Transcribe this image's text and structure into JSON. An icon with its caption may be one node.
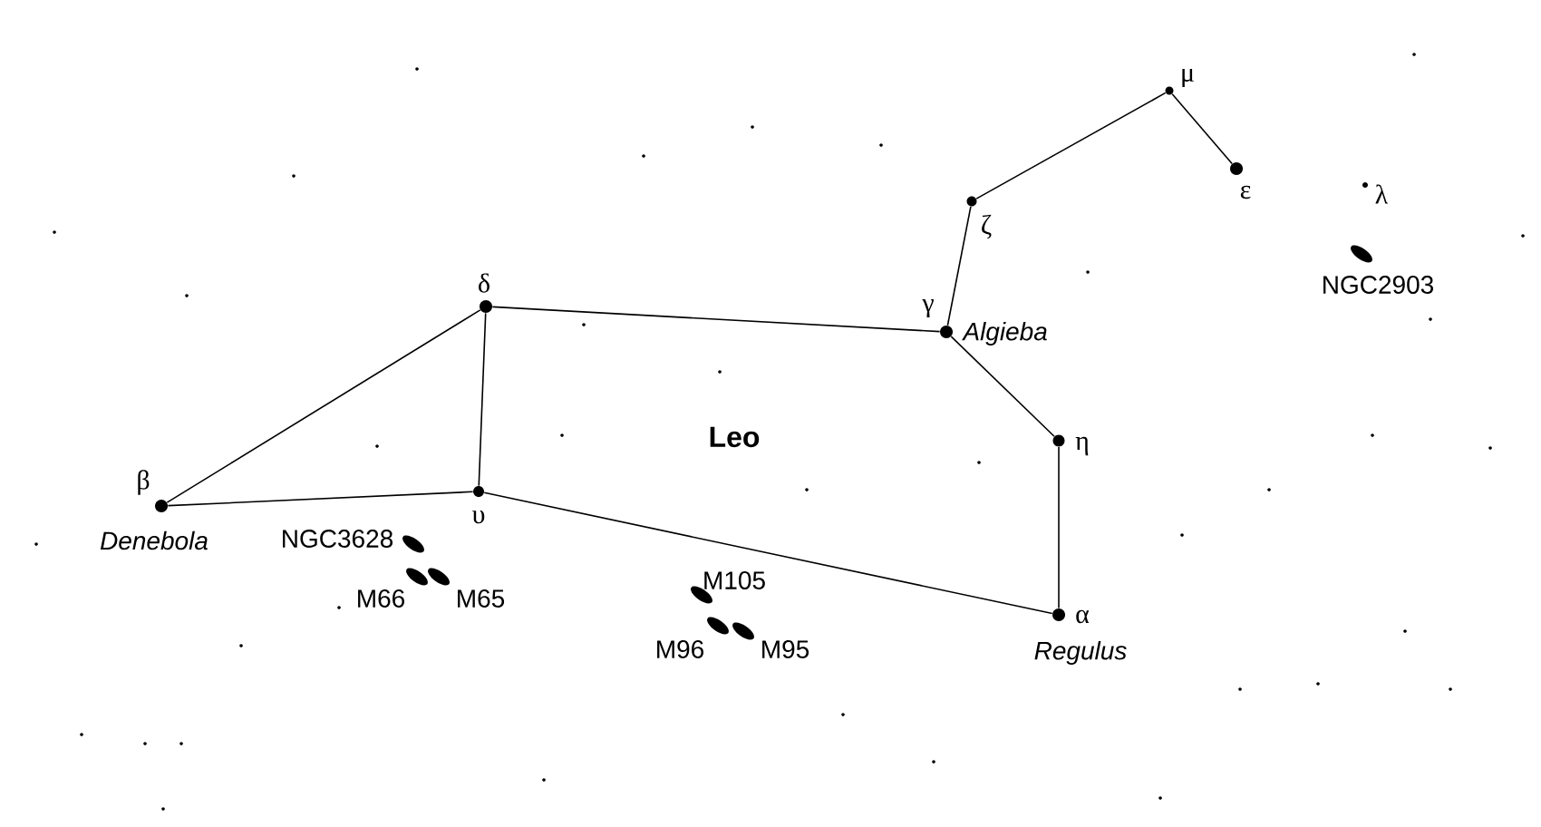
{
  "diagram": {
    "nodes": [
      {
        "text": [],
        "shape": "circle",
        "beside": [
          "μ"
        ]
      },
      {
        "text": [],
        "shape": "circle",
        "beside": [
          "ε"
        ]
      },
      {
        "text": [],
        "shape": "circle",
        "beside": [
          "λ"
        ]
      },
      {
        "text": [],
        "shape": "ellipse",
        "beside": [
          "NGC2903"
        ]
      },
      {
        "text": [],
        "shape": "circle",
        "beside": [
          "ζ"
        ]
      },
      {
        "text": [],
        "shape": "circle",
        "beside": [
          "δ"
        ]
      },
      {
        "text": [],
        "shape": "circle",
        "beside": [
          "γ",
          "Algieba"
        ]
      },
      {
        "text": [],
        "shape": "circle",
        "beside": [
          "η"
        ]
      },
      {
        "text": [],
        "shape": "circle",
        "beside": [
          "β",
          "Denebola"
        ]
      },
      {
        "text": [],
        "shape": "circle",
        "beside": [
          "υ"
        ]
      },
      {
        "text": [],
        "shape": "ellipse",
        "beside": [
          "NGC3628"
        ]
      },
      {
        "text": [],
        "shape": "ellipse",
        "beside": [
          "M66"
        ]
      },
      {
        "text": [],
        "shape": "ellipse",
        "beside": [
          "M65"
        ]
      },
      {
        "text": [],
        "shape": "ellipse",
        "beside": [
          "M105"
        ]
      },
      {
        "text": [],
        "shape": "ellipse",
        "beside": [
          "M96"
        ]
      },
      {
        "text": [],
        "shape": "ellipse",
        "beside": [
          "M95"
        ]
      },
      {
        "text": [],
        "shape": "circle",
        "beside": [
          "α",
          "Regulus"
        ]
      }
    ],
    "edges": [
      {
        "from": 8,
        "to": 5,
        "arrow": "none"
      },
      {
        "from": 8,
        "to": 9,
        "arrow": "none"
      },
      {
        "from": 5,
        "to": 9,
        "arrow": "none"
      },
      {
        "from": 5,
        "to": 6,
        "arrow": "none"
      },
      {
        "from": 9,
        "to": 16,
        "arrow": "none"
      },
      {
        "from": 6,
        "to": 4,
        "arrow": "none"
      },
      {
        "from": 4,
        "to": 0,
        "arrow": "none"
      },
      {
        "from": 0,
        "to": 1,
        "arrow": "none"
      },
      {
        "from": 6,
        "to": 7,
        "arrow": "none"
      },
      {
        "from": 7,
        "to": 16,
        "arrow": "none"
      }
    ],
    "labels": [
      "Leo"
    ]
  }
}
